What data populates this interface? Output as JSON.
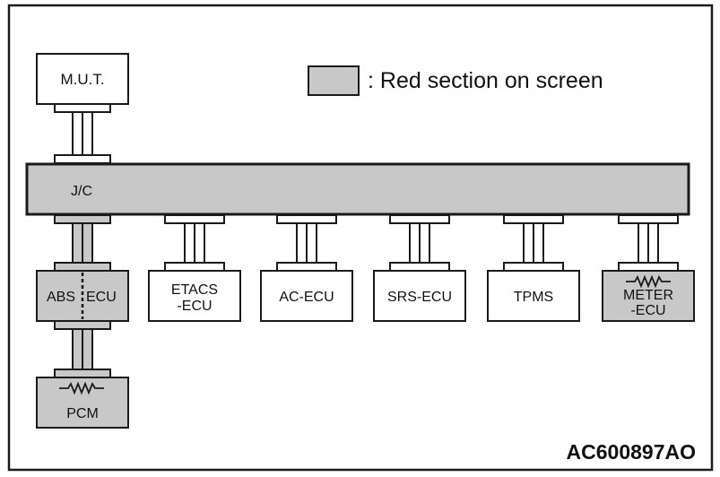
{
  "legend": {
    "swatch_meaning": ": Red section on screen",
    "swatch_color": "#c8c8c8"
  },
  "colors": {
    "red_section_fill": "#c8c8c8",
    "normal_fill": "#ffffff",
    "stroke": "#1a1a1a"
  },
  "nodes": {
    "mut": "M.U.T.",
    "jc": "J/C",
    "abs_ecu": "ABS-ECU",
    "abs_ecu_left": "ABS",
    "abs_ecu_right": "ECU",
    "etacs_ecu_line1": "ETACS",
    "etacs_ecu_line2": "-ECU",
    "ac_ecu": "AC-ECU",
    "srs_ecu": "SRS-ECU",
    "tpms": "TPMS",
    "meter_ecu_line1": "METER",
    "meter_ecu_line2": "-ECU",
    "pcm": "PCM"
  },
  "highlighted_red": [
    "J/C",
    "ABS-ECU",
    "METER-ECU",
    "PCM"
  ],
  "figure_code": "AC600897AO"
}
